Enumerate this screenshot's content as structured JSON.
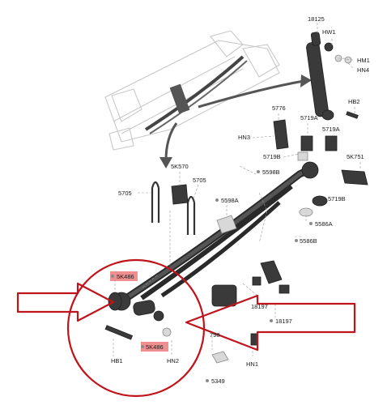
{
  "labels": {
    "l18125": "18125",
    "hw1": "HW1",
    "hm1": "HM1",
    "hn4": "HN4",
    "hb2": "HB2",
    "l5776": "5776",
    "l5719a_1": "5719A",
    "l5719a_2": "5719A",
    "hn3": "HN3",
    "l5719b_1": "5719B",
    "l5719b_2": "5719B",
    "l5k751": "5K751",
    "l5598b": "5598B",
    "l5k570": "5K570",
    "l5705_1": "5705",
    "l5705_2": "5705",
    "l5598a": "5598A",
    "l5586a": "5586A",
    "l5586b": "5586B",
    "l5k486_1": "5K486",
    "l5k486_2": "5K486",
    "hb1": "HB1",
    "hn2": "HN2",
    "l18197_1": "18197",
    "l18197_2": "18197",
    "l798": "798",
    "hn1": "HN1",
    "l5349": "5349"
  },
  "colors": {
    "highlight_circle": "#c0141c",
    "arrow": "#c0141c",
    "label_highlight_bg": "#f08f8f",
    "part_dark": "#3a3a3a",
    "frame_lines": "#c8c8c8"
  }
}
